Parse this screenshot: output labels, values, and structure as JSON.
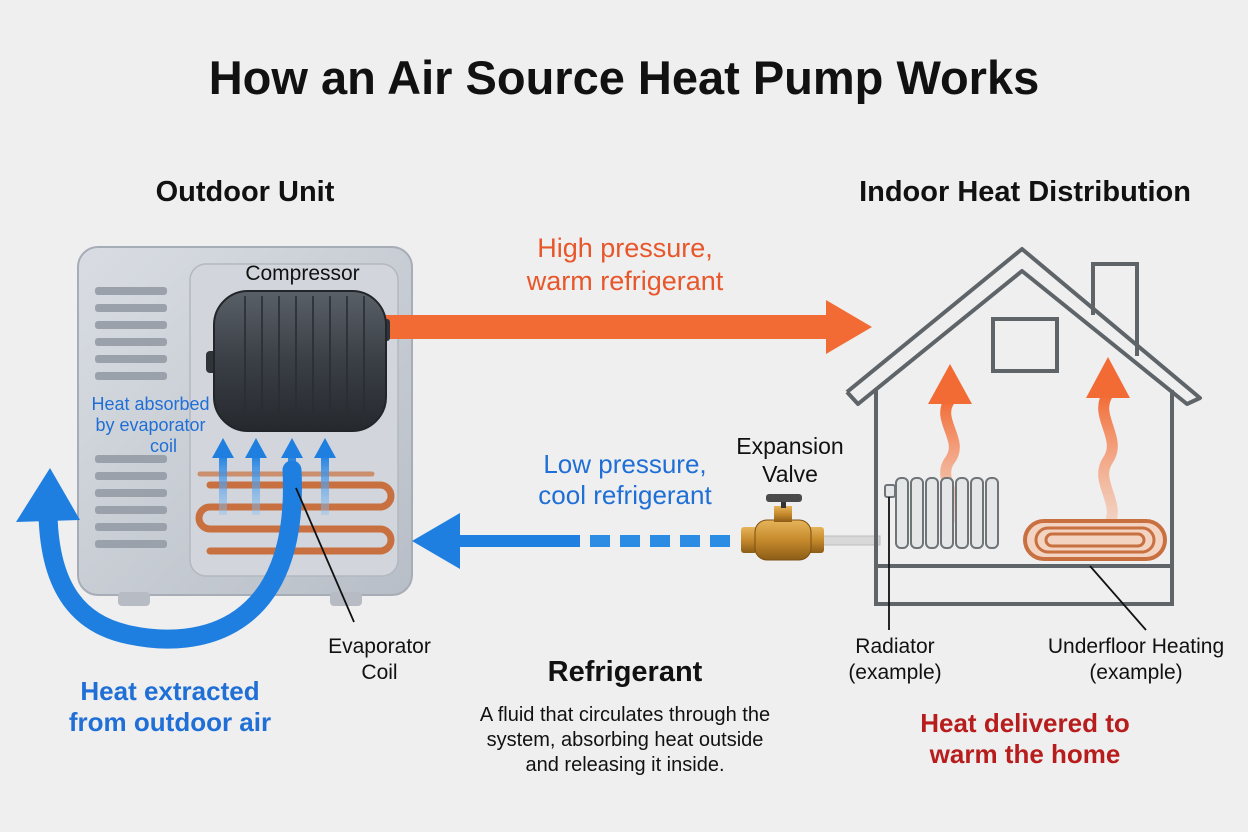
{
  "title": "How an Air Source Heat Pump Works",
  "outdoor": {
    "heading": "Outdoor Unit",
    "compressor_label": "Compressor",
    "absorbed_line1": "Heat absorbed",
    "absorbed_line2": "by evaporator",
    "absorbed_line3": "coil",
    "evaporator_line1": "Evaporator",
    "evaporator_line2": "Coil",
    "extracted_line1": "Heat extracted",
    "extracted_line2": "from outdoor air"
  },
  "flow": {
    "high_line1": "High pressure,",
    "high_line2": "warm refrigerant",
    "low_line1": "Low pressure,",
    "low_line2": "cool refrigerant",
    "valve_line1": "Expansion",
    "valve_line2": "Valve"
  },
  "indoor": {
    "heading": "Indoor Heat Distribution",
    "radiator_line1": "Radiator",
    "radiator_line2": "(example)",
    "underfloor_line1": "Underfloor Heating",
    "underfloor_line2": "(example)",
    "delivered_line1": "Heat delivered to",
    "delivered_line2": "warm the home"
  },
  "refrigerant": {
    "heading": "Refrigerant",
    "desc_line1": "A fluid that circulates through the",
    "desc_line2": "system, absorbing heat outside",
    "desc_line3": "and releasing it inside."
  },
  "colors": {
    "warm": "#f26a34",
    "cool": "#1f7fe0",
    "heat_red": "#b81d1d",
    "copper": "#c8703f",
    "unit_body": "#c9ced6"
  }
}
